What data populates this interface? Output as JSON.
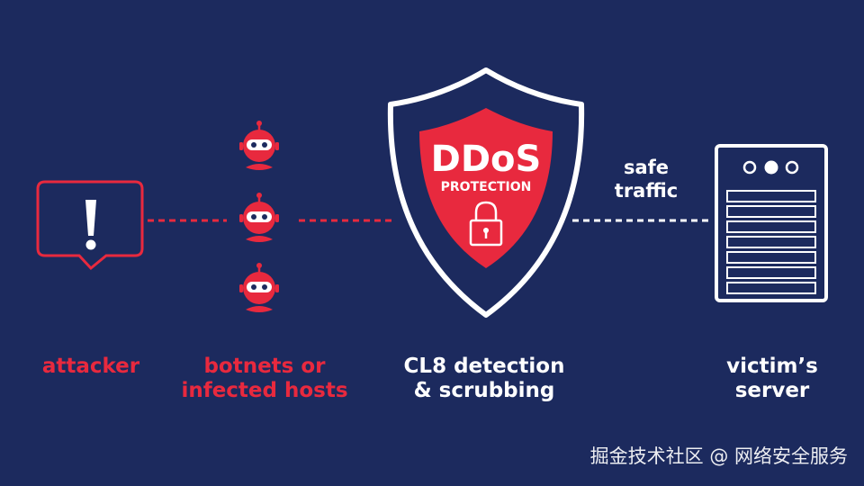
{
  "nodes": {
    "attacker": {
      "label": "attacker"
    },
    "botnets": {
      "label_line1": "botnets or",
      "label_line2": "infected hosts"
    },
    "shield": {
      "title": "DDoS",
      "subtitle": "PROTECTION",
      "label_line1": "CL8 detection",
      "label_line2": "& scrubbing"
    },
    "victim": {
      "label_line1": "victim’s",
      "label_line2": "server"
    }
  },
  "edges": {
    "safe_traffic": {
      "label_line1": "safe",
      "label_line2": "traffic"
    }
  },
  "watermark": "掘金技术社区 @ 网络安全服务",
  "colors": {
    "background": "#1c2a5e",
    "accent_red": "#e8293e",
    "white": "#ffffff"
  },
  "icons": [
    "alert-icon",
    "robot-icon",
    "shield-icon",
    "padlock-icon",
    "server-icon"
  ]
}
